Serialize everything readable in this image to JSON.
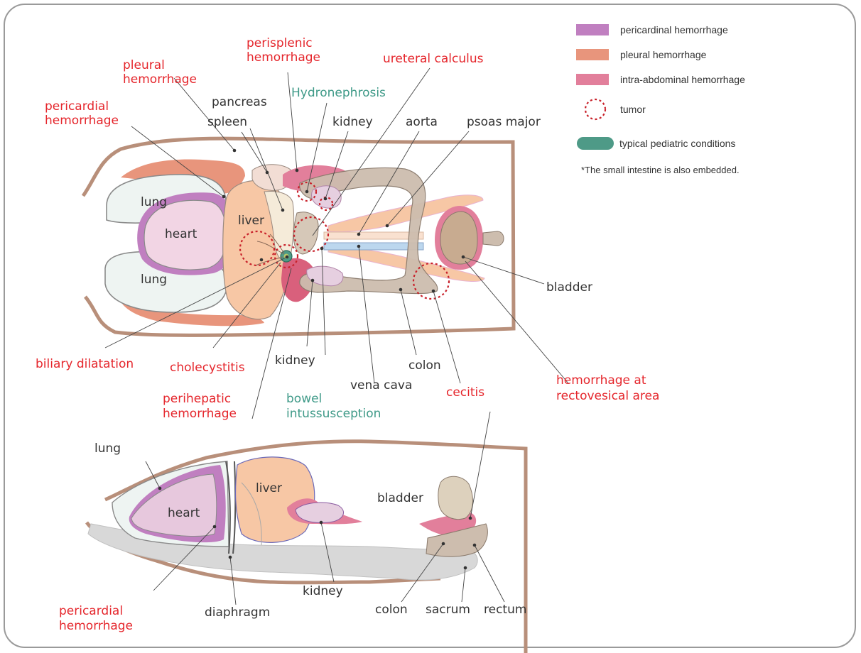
{
  "legend": {
    "items": [
      {
        "label": "pericardinal hemorrhage",
        "color": "#c07fc0"
      },
      {
        "label": "pleural hemorrhage",
        "color": "#e8957c"
      },
      {
        "label": "intra-abdominal hemorrhage",
        "color": "#e27f9b"
      },
      {
        "label": "tumor",
        "color": "#c8212a"
      },
      {
        "label": "typical pediatric conditions",
        "color": "#4e9a87"
      }
    ],
    "note": "*The small intestine is also embedded."
  },
  "top": {
    "lung_upper": "lung",
    "lung_lower": "lung",
    "heart": "heart",
    "liver": "liver",
    "pericardial_1": "pericardial",
    "pericardial_2": "hemorrhage",
    "pleural_1": "pleural",
    "pleural_2": "hemorrhage",
    "perisplenic_1": "perisplenic",
    "perisplenic_2": "hemorrhage",
    "ureteral": "ureteral calculus",
    "pancreas": "pancreas",
    "spleen": "spleen",
    "hydronephrosis": "Hydronephrosis",
    "kidney_top": "kidney",
    "aorta": "aorta",
    "psoas": "psoas major",
    "bladder": "bladder",
    "biliary": "biliary dilatation",
    "cholecystitis": "cholecystitis",
    "kidney_bottom": "kidney",
    "colon": "colon",
    "vena_cava": "vena cava",
    "cecitis": "cecitis",
    "rectovesical_1": "hemorrhage at",
    "rectovesical_2": "rectovesical area",
    "intussusception_1": "bowel",
    "intussusception_2": "intussusception",
    "perihepatic_1": "perihepatic",
    "perihepatic_2": "hemorrhage"
  },
  "side": {
    "lung": "lung",
    "heart": "heart",
    "liver": "liver",
    "bladder": "bladder",
    "kidney": "kidney",
    "pericardial_1": "pericardial",
    "pericardial_2": "hemorrhage",
    "diaphragm": "diaphragm",
    "colon": "colon",
    "sacrum": "sacrum",
    "rectum": "rectum"
  }
}
